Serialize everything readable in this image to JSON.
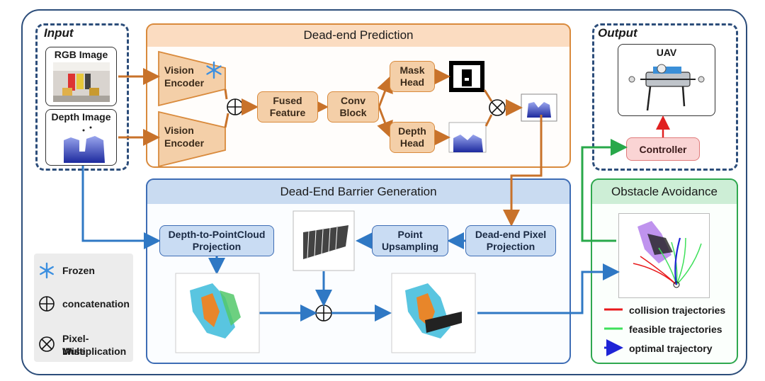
{
  "input": {
    "title": "Input",
    "rgb_label": "RGB Image",
    "depth_label": "Depth Image"
  },
  "output": {
    "title": "Output",
    "uav_label": "UAV",
    "controller_label": "Controller"
  },
  "dead_end_prediction": {
    "title": "Dead-end Prediction",
    "vision_encoder_1": "Vision Encoder",
    "vision_encoder_2": "Vision Encoder",
    "fused_feature": "Fused Feature",
    "conv_block": "Conv Block",
    "mask_head": "Mask Head",
    "depth_head": "Depth Head"
  },
  "barrier_generation": {
    "title": "Dead-End Barrier Generation",
    "depth_to_pointcloud": "Depth-to-PointCloud Projection",
    "point_upsampling": "Point Upsampling",
    "pixel_projection": "Dead-end Pixel Projection"
  },
  "obstacle_avoidance": {
    "title": "Obstacle Avoidance",
    "legend": [
      {
        "label": "collision trajectories",
        "color": "#e8191b"
      },
      {
        "label": "feasible trajectories",
        "color": "#3ee05a"
      },
      {
        "label": "optimal trajectory",
        "color": "#1e24d6"
      }
    ]
  },
  "legend": {
    "frozen": "Frozen",
    "concatenation": "concatenation",
    "pixel_wise_1": "Pixel-Wise",
    "pixel_wise_2": "Multiplication"
  },
  "colors": {
    "orange_arrow": "#c8722a",
    "blue_arrow": "#2f78c4",
    "green_arrow": "#28a84a",
    "red_arrow": "#e02020",
    "frozen_icon": "#3b8fe0"
  }
}
